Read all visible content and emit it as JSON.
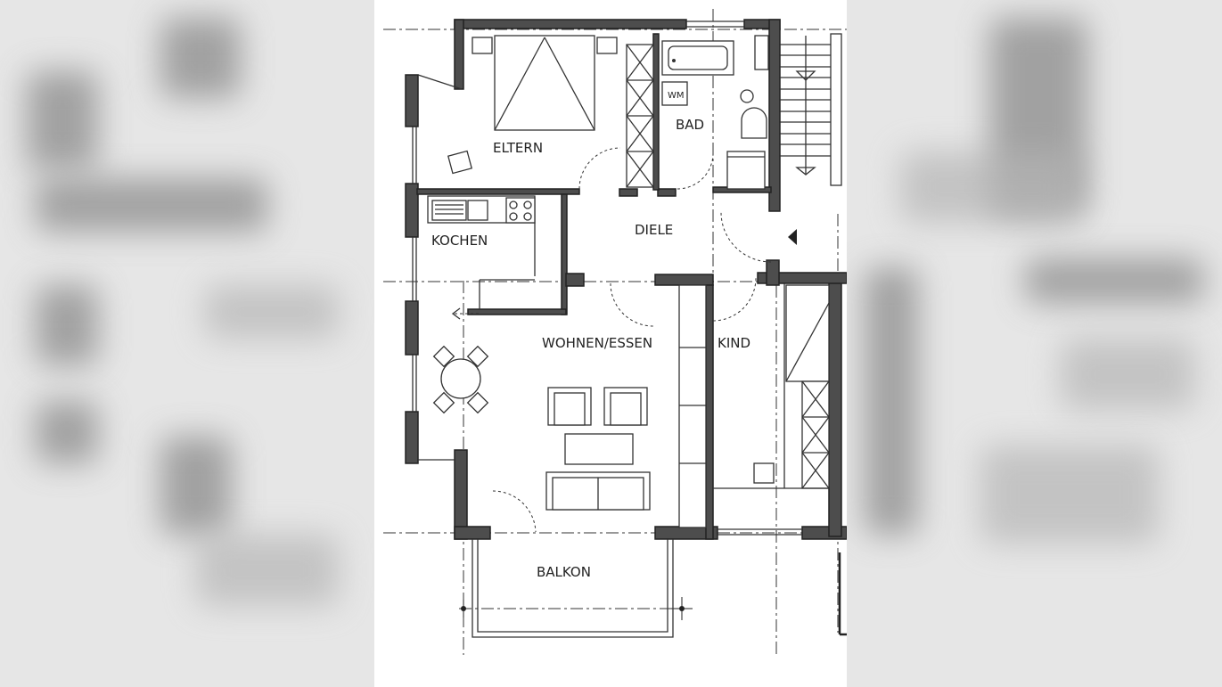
{
  "rooms": {
    "eltern": "ELTERN",
    "bad": "BAD",
    "wm": "WM",
    "kochen": "KOCHEN",
    "diele": "DIELE",
    "wohnen": "WOHNEN/ESSEN",
    "kind": "KIND",
    "balkon": "BALKON"
  },
  "colors": {
    "wall": "#4d4d4d",
    "line": "#333333",
    "paper": "#ffffff",
    "backdrop": "#e6e6e6"
  },
  "icons": {
    "entrance": "entrance-arrow-icon"
  }
}
